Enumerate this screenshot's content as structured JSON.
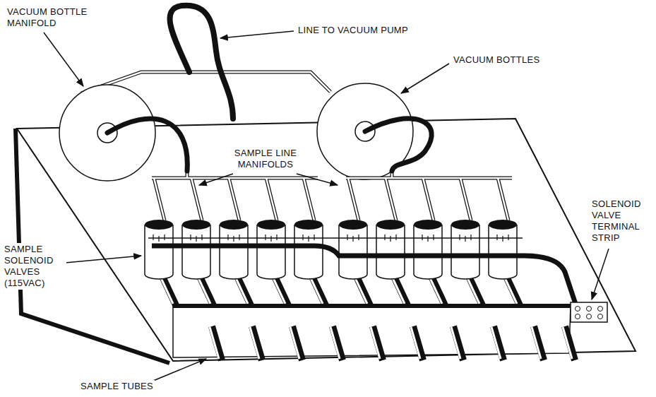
{
  "diagram": {
    "labels": [
      "VACUUM BOTTLE MANIFOLD",
      "LINE TO VACUUM PUMP",
      "VACUUM BOTTLES",
      "SAMPLE LINE MANIFOLDS",
      "SOLENOID VALVE TERMINAL STRIP",
      "SAMPLE SOLENOID VALVES (115VAC)",
      "SAMPLE TUBES"
    ]
  }
}
